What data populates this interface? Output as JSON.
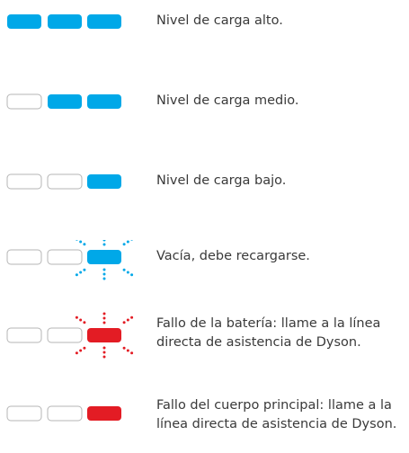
{
  "colors": {
    "blue": "#00a8e8",
    "red": "#e31c24",
    "outline": "#b5b5b5"
  },
  "legend": [
    {
      "cells": [
        "blue",
        "blue",
        "blue"
      ],
      "flash": null,
      "text": [
        "Nivel de carga alto."
      ]
    },
    {
      "cells": [
        "empty",
        "blue",
        "blue"
      ],
      "flash": null,
      "text": [
        "Nivel de carga medio."
      ]
    },
    {
      "cells": [
        "empty",
        "empty",
        "blue"
      ],
      "flash": null,
      "text": [
        "Nivel de carga bajo."
      ]
    },
    {
      "cells": [
        "empty",
        "empty",
        "blue"
      ],
      "flash": "blue",
      "text": [
        "Vacía, debe recargarse."
      ]
    },
    {
      "cells": [
        "empty",
        "empty",
        "red"
      ],
      "flash": "red",
      "text": [
        "Fallo de la batería: llame a la línea",
        "directa de asistencia de Dyson."
      ]
    },
    {
      "cells": [
        "empty",
        "empty",
        "red"
      ],
      "flash": null,
      "text": [
        "Fallo del cuerpo principal: llame a la",
        "línea directa de asistencia de Dyson."
      ]
    }
  ]
}
